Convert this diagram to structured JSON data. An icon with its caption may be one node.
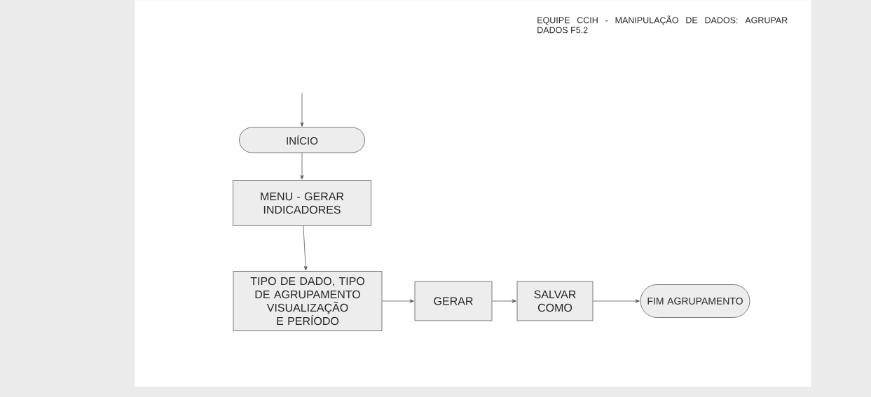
{
  "diagram": {
    "title": "EQUIPE CCIH - MANIPULAÇÃO DE DADOS: AGRUPAR DADOS F5.2",
    "nodes": [
      {
        "text": [
          "INÍCIO"
        ]
      },
      {
        "text": [
          "MENU - GERAR INDICADORES"
        ]
      },
      {
        "text": [
          "TIPO DE DADO, TIPO DE AGRUPAMENTO VISUALIZAÇÃO E PERÍODO"
        ]
      },
      {
        "text": [
          "GERAR"
        ]
      },
      {
        "text": [
          "SALVAR COMO"
        ]
      },
      {
        "text": [
          "FIM AGRUPAMENTO"
        ]
      }
    ],
    "edges": [
      {
        "from": null,
        "to": 0,
        "arrow": "to"
      },
      {
        "from": 0,
        "to": 1,
        "arrow": "to"
      },
      {
        "from": 1,
        "to": 2,
        "arrow": "to"
      },
      {
        "from": 2,
        "to": 3,
        "arrow": "to"
      },
      {
        "from": 3,
        "to": 4,
        "arrow": "to"
      },
      {
        "from": 4,
        "to": 5,
        "arrow": "to"
      }
    ]
  }
}
